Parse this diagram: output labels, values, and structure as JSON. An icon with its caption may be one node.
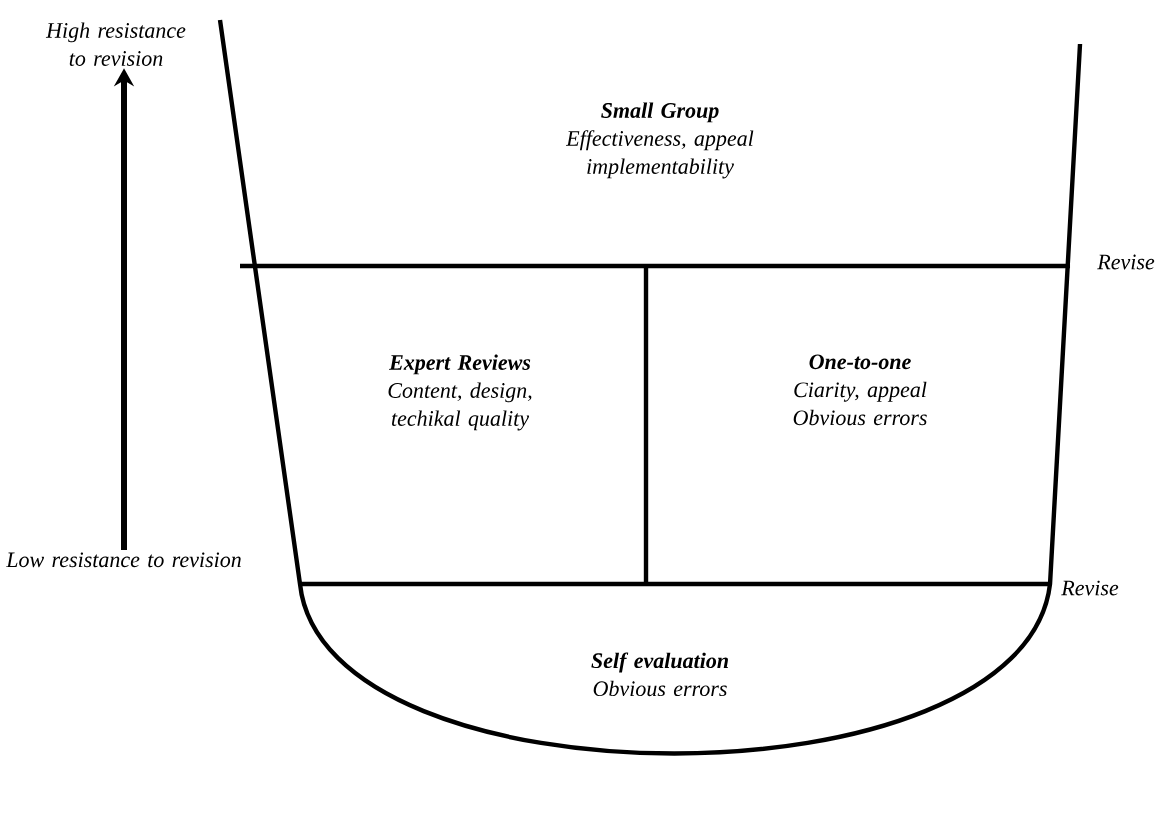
{
  "diagram": {
    "nodes": [
      {
        "text": [
          "Small Group",
          "Effectiveness, appeal implementability"
        ]
      },
      {
        "text": [
          "Expert Reviews",
          "Content, design, techikal quality"
        ]
      },
      {
        "text": [
          "One-to-one",
          "Ciarity, appeal Obvious errors"
        ]
      },
      {
        "text": [
          "Self evaluation",
          "Obvious errors"
        ]
      },
      {
        "text": [
          "High resistance to revision"
        ]
      },
      {
        "text": [
          "Low resistance to revision"
        ]
      }
    ],
    "edges": [
      {
        "from": 5,
        "to": 4,
        "arrow": "to"
      }
    ],
    "labels": [
      "Revise",
      "Revise"
    ]
  }
}
